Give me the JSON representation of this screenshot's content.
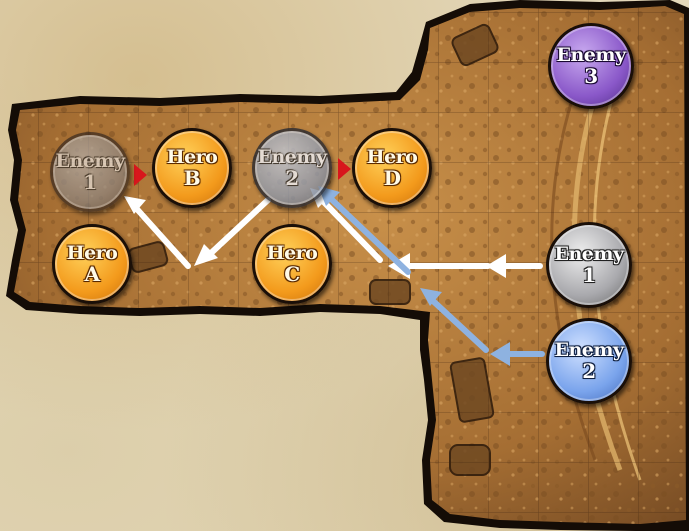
{
  "colors": {
    "hero": "#f39a1c",
    "enemy_purple": "#8a58c9",
    "enemy_gray": "#a9a9ad",
    "enemy_blue": "#7aa4ec",
    "arrow_white": "#ffffff",
    "arrow_blue": "#8eb2e0",
    "facing_marker": "#d8161c",
    "dungeon_floor": "#b07a3a"
  },
  "tokens": {
    "enemy_3": {
      "line1": "Enemy",
      "line2": "3"
    },
    "enemy_1": {
      "line1": "Enemy",
      "line2": "1"
    },
    "enemy_2": {
      "line1": "Enemy",
      "line2": "2"
    },
    "enemy_1_ghost": {
      "line1": "Enemy",
      "line2": "1"
    },
    "enemy_2_ghost": {
      "line1": "Enemy",
      "line2": "2"
    },
    "hero_a": {
      "line1": "Hero",
      "line2": "A"
    },
    "hero_b": {
      "line1": "Hero",
      "line2": "B"
    },
    "hero_c": {
      "line1": "Hero",
      "line2": "C"
    },
    "hero_d": {
      "line1": "Hero",
      "line2": "D"
    }
  },
  "icons": {
    "facing_marker": "red-triangle",
    "movement_path": "arrow"
  }
}
